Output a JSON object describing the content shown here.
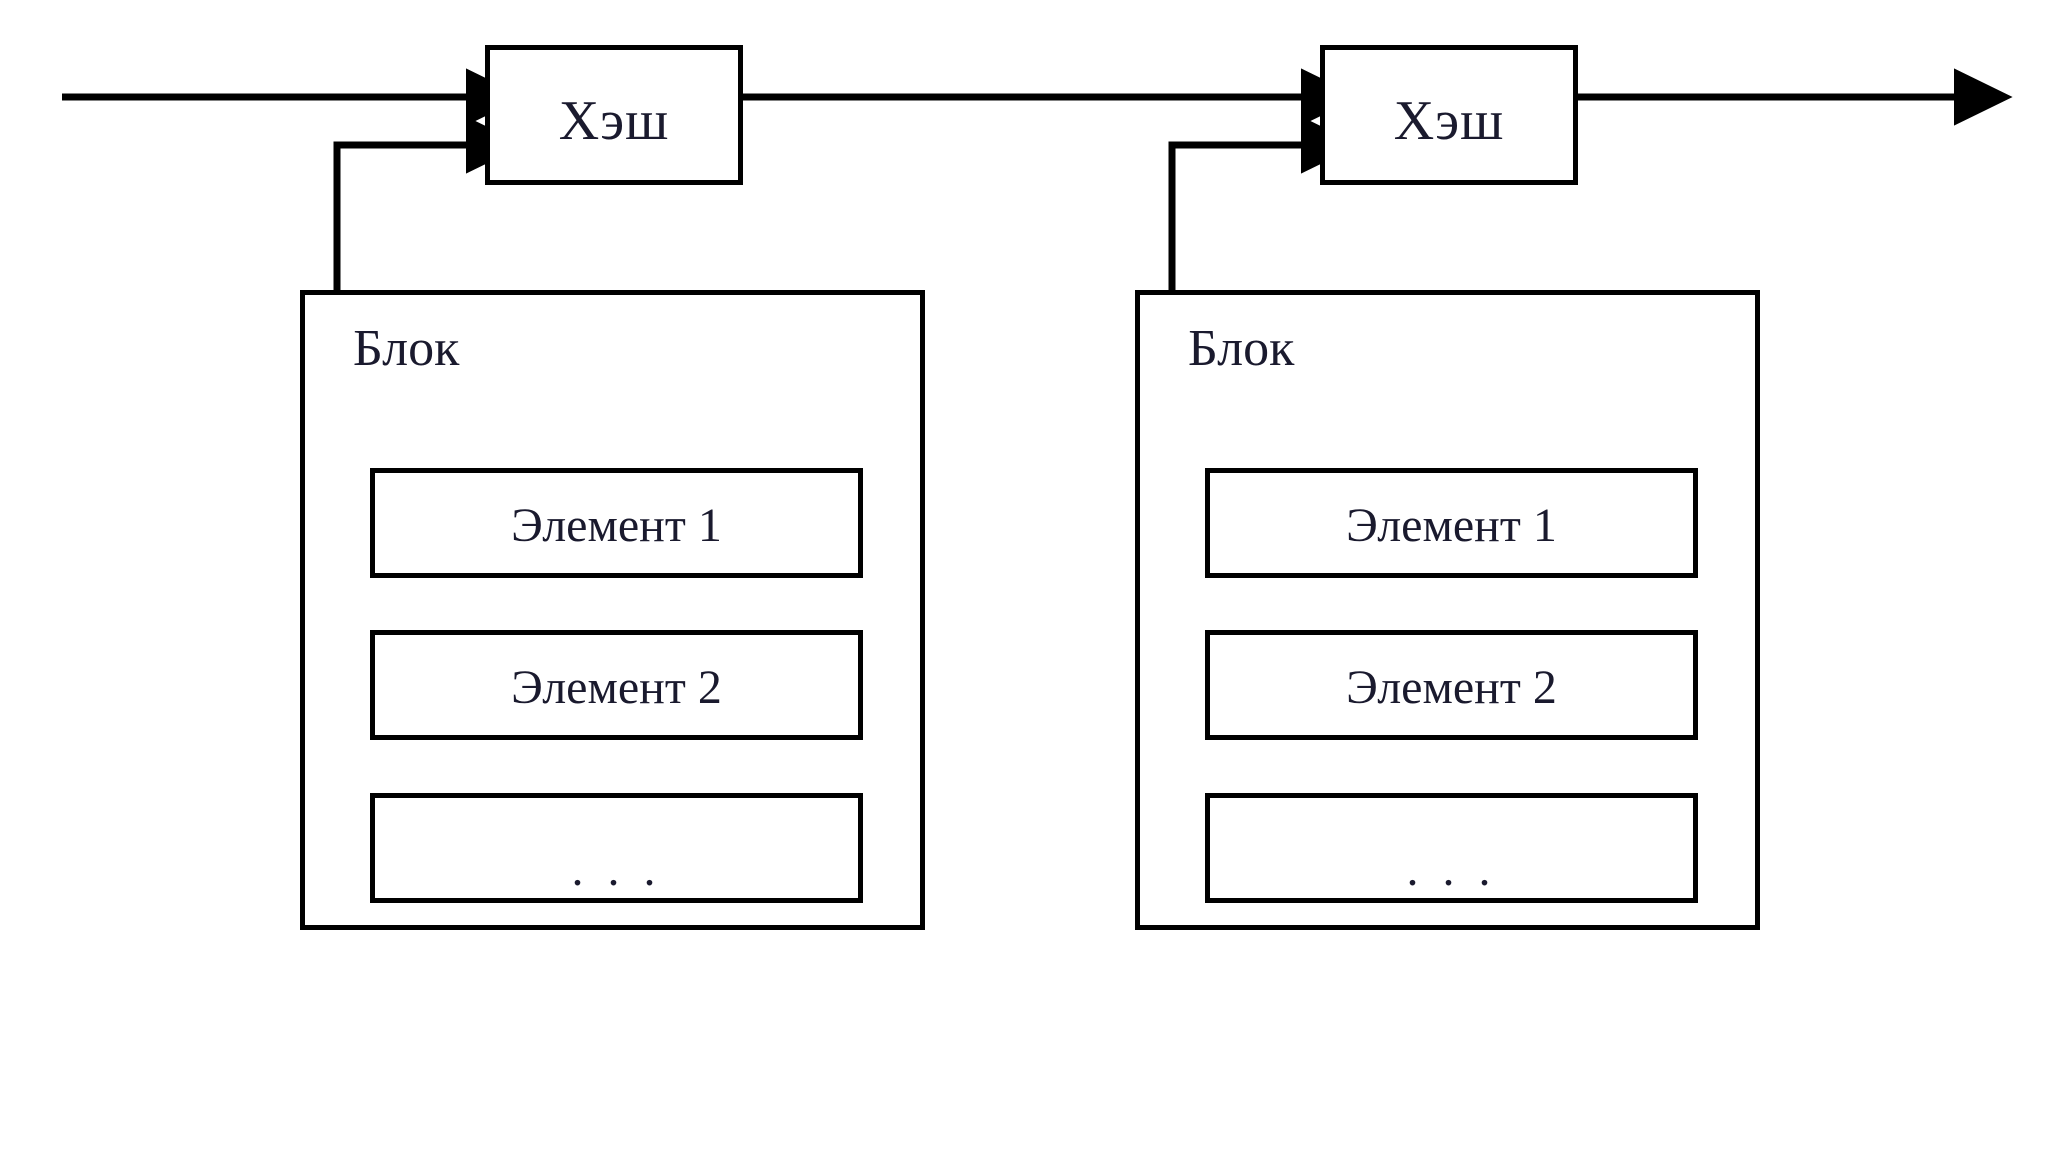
{
  "diagram": {
    "title": "Blockchain hash chain diagram",
    "language": "ru",
    "background_color": "#ffffff",
    "line_color": "#000000",
    "text_color": "#1a1a2e"
  },
  "stages": [
    {
      "id": "stage-1",
      "hash": {
        "label": "Хэш"
      },
      "block": {
        "title": "Блок",
        "elements": [
          {
            "label": "Элемент 1"
          },
          {
            "label": "Элемент 2"
          },
          {
            "label": ". . ."
          }
        ]
      }
    },
    {
      "id": "stage-2",
      "hash": {
        "label": "Хэш"
      },
      "block": {
        "title": "Блок",
        "elements": [
          {
            "label": "Элемент 1"
          },
          {
            "label": "Элемент 2"
          },
          {
            "label": ". . ."
          }
        ]
      }
    }
  ],
  "connectors": [
    {
      "name": "input-line",
      "description": "incoming chain line into first hash"
    },
    {
      "name": "hash1-to-hash2-line",
      "description": "hash 1 output into hash 2"
    },
    {
      "name": "hash2-output-line",
      "description": "hash 2 output continues right"
    },
    {
      "name": "block1-to-hash1-line",
      "description": "block 1 feeds hash 1"
    },
    {
      "name": "block2-to-hash2-line",
      "description": "block 2 feeds hash 2"
    }
  ]
}
